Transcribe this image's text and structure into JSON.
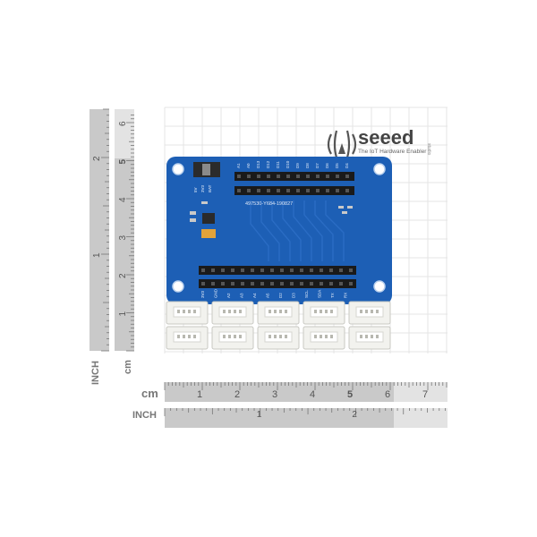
{
  "logo": {
    "name": "seeed",
    "tagline": "The IoT Hardware Enabler",
    "small_mark": "studio"
  },
  "board": {
    "silkscreen_id": "497530-Y684-190827",
    "switch_labels": [
      "5V",
      "3V3",
      "BAT"
    ],
    "top_pin_labels": [
      "A1",
      "A0",
      "D13",
      "D12",
      "D11",
      "D10",
      "D9",
      "D8",
      "D7",
      "D6",
      "D5",
      "D4"
    ],
    "bottom_pin_labels": [
      "3V3",
      "GND",
      "A2",
      "A3",
      "A4",
      "A5",
      "D2",
      "D3",
      "SCL",
      "SDA",
      "TX",
      "RX"
    ]
  },
  "ruler_horizontal_cm": {
    "unit": "cm",
    "ticks": [
      "1",
      "2",
      "3",
      "4",
      "5",
      "6",
      "7"
    ]
  },
  "ruler_horizontal_inch": {
    "unit": "INCH",
    "ticks": [
      "1",
      "2"
    ]
  },
  "ruler_vertical_cm": {
    "unit": "cm",
    "ticks": [
      "6",
      "5",
      "4",
      "3",
      "2",
      "1"
    ]
  },
  "ruler_vertical_inch": {
    "unit": "INCH",
    "ticks": [
      "2",
      "1"
    ]
  },
  "colors": {
    "board": "#1d5fb5",
    "board_dark": "#164b92",
    "header": "#1a1a1a",
    "connector": "#f2f2ee",
    "ruler": "#c9c9c9",
    "ruler_text": "#555555",
    "grid": "#e4e4e4"
  }
}
